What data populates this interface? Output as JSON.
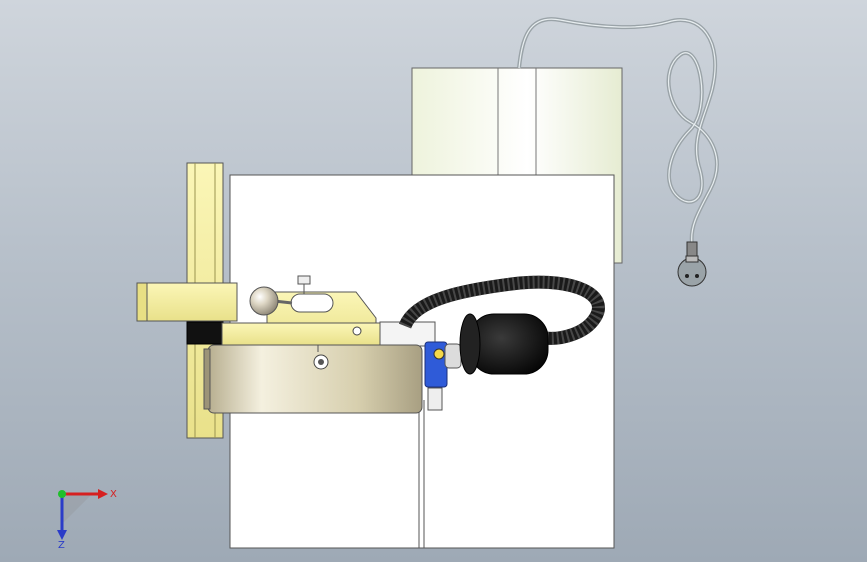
{
  "view": {
    "background_top": "#cfd5dc",
    "background_bottom": "#9ea9b5"
  },
  "triad": {
    "x_label": "X",
    "z_label": "Z",
    "x_color": "#d62020",
    "y_color": "#1fbf2a",
    "z_color": "#2b3cc8"
  },
  "model": {
    "parts": [
      "cylinder-housing",
      "base-plate",
      "vertical-bracket",
      "arm-tube",
      "clamp-body",
      "knob-ball",
      "rotary-drum",
      "flex-hose",
      "magnet-cap",
      "blue-connector",
      "power-cord",
      "plug"
    ]
  }
}
